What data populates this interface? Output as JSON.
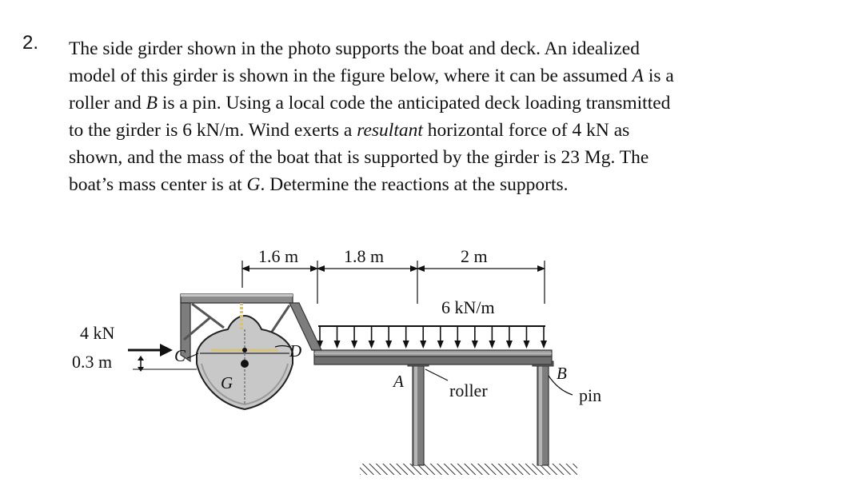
{
  "problem": {
    "number": "2.",
    "lines": [
      [
        {
          "t": "The side girder shown in the photo supports the boat and deck. An idealized"
        }
      ],
      [
        {
          "t": "model of this girder is shown in the figure below, where it can be assumed "
        },
        {
          "t": "A",
          "i": true
        },
        {
          "t": " is a"
        }
      ],
      [
        {
          "t": "roller and "
        },
        {
          "t": "B",
          "i": true
        },
        {
          "t": " is a pin. Using a local code the anticipated deck loading transmitted"
        }
      ],
      [
        {
          "t": "to the girder is 6 kN/m. Wind exerts a "
        },
        {
          "t": "resultant",
          "i": true
        },
        {
          "t": " horizontal force of 4 kN as"
        }
      ],
      [
        {
          "t": "shown, and the mass of the boat that is supported by the girder is 23 Mg. The"
        }
      ],
      [
        {
          "t": "boat’s mass center is at "
        },
        {
          "t": "G",
          "i": true
        },
        {
          "t": ". Determine the reactions at the supports."
        }
      ]
    ]
  },
  "figure": {
    "dim_1": "1.6 m",
    "dim_2": "1.8 m",
    "dim_3": "2 m",
    "load_label": "6 kN/m",
    "wind_force": "4 kN",
    "wind_height": "0.3 m",
    "point_c": "C",
    "point_d": "D",
    "point_g": "G",
    "point_a": "A",
    "point_b": "B",
    "roller_label": "roller",
    "pin_label": "pin",
    "colors": {
      "steel": "#8e8e8e",
      "steel_dark": "#5a5a5a",
      "hull": "#c9c9c9",
      "rope": "#d8c27a",
      "ground": "#3a3a3a"
    }
  }
}
